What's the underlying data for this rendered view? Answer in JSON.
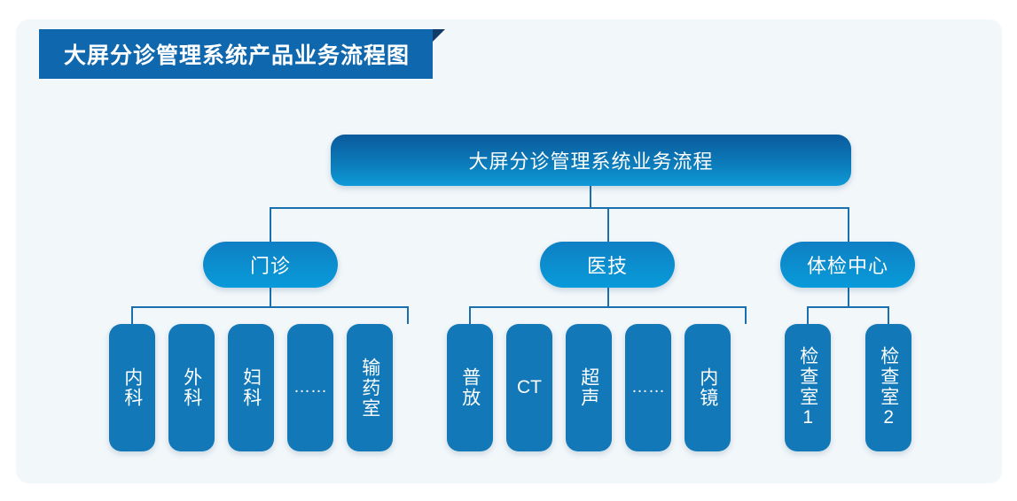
{
  "header": {
    "ribbon_title": "大屏分诊管理系统产品业务流程图"
  },
  "colors": {
    "page_background": "#ffffff",
    "panel_background": "#f2f7fa",
    "ribbon": "#0f68ae",
    "ribbon_fold": "#123c68",
    "root_gradient_top": "#0a5a9c",
    "root_gradient_bottom": "#0e9ad8",
    "group_gradient_top": "#0f7fc4",
    "group_gradient_bottom": "#089ada",
    "leaf_fill": "#1278b8",
    "connector": "#1a6fae",
    "node_text": "#ffffff"
  },
  "chart_data": {
    "type": "diagram",
    "diagram_type": "tree-hierarchy",
    "title": "大屏分诊管理系统业务流程",
    "levels": 3,
    "root": {
      "id": "root",
      "label": "大屏分诊管理系统业务流程"
    },
    "groups": [
      {
        "id": "outpatient",
        "label": "门诊",
        "children": [
          {
            "id": "internal-medicine",
            "label": "内科",
            "style": "vertical"
          },
          {
            "id": "surgery",
            "label": "外科",
            "style": "vertical"
          },
          {
            "id": "gynecology",
            "label": "妇科",
            "style": "vertical"
          },
          {
            "id": "outpatient-ellipsis",
            "label": "……",
            "style": "ellipsis"
          },
          {
            "id": "infusion-pharmacy",
            "label": "输药室",
            "style": "vertical"
          }
        ]
      },
      {
        "id": "medical-technology",
        "label": "医技",
        "children": [
          {
            "id": "general-radiology",
            "label": "普放",
            "style": "vertical"
          },
          {
            "id": "ct",
            "label": "CT",
            "style": "latin"
          },
          {
            "id": "ultrasound",
            "label": "超声",
            "style": "vertical"
          },
          {
            "id": "medtech-ellipsis",
            "label": "……",
            "style": "ellipsis"
          },
          {
            "id": "endoscopy",
            "label": "内镜",
            "style": "vertical"
          }
        ]
      },
      {
        "id": "health-exam-center",
        "label": "体检中心",
        "children": [
          {
            "id": "exam-room-1",
            "label": "检查室1",
            "style": "vertical"
          },
          {
            "id": "exam-room-2",
            "label": "检查室2",
            "style": "vertical"
          }
        ]
      }
    ]
  }
}
